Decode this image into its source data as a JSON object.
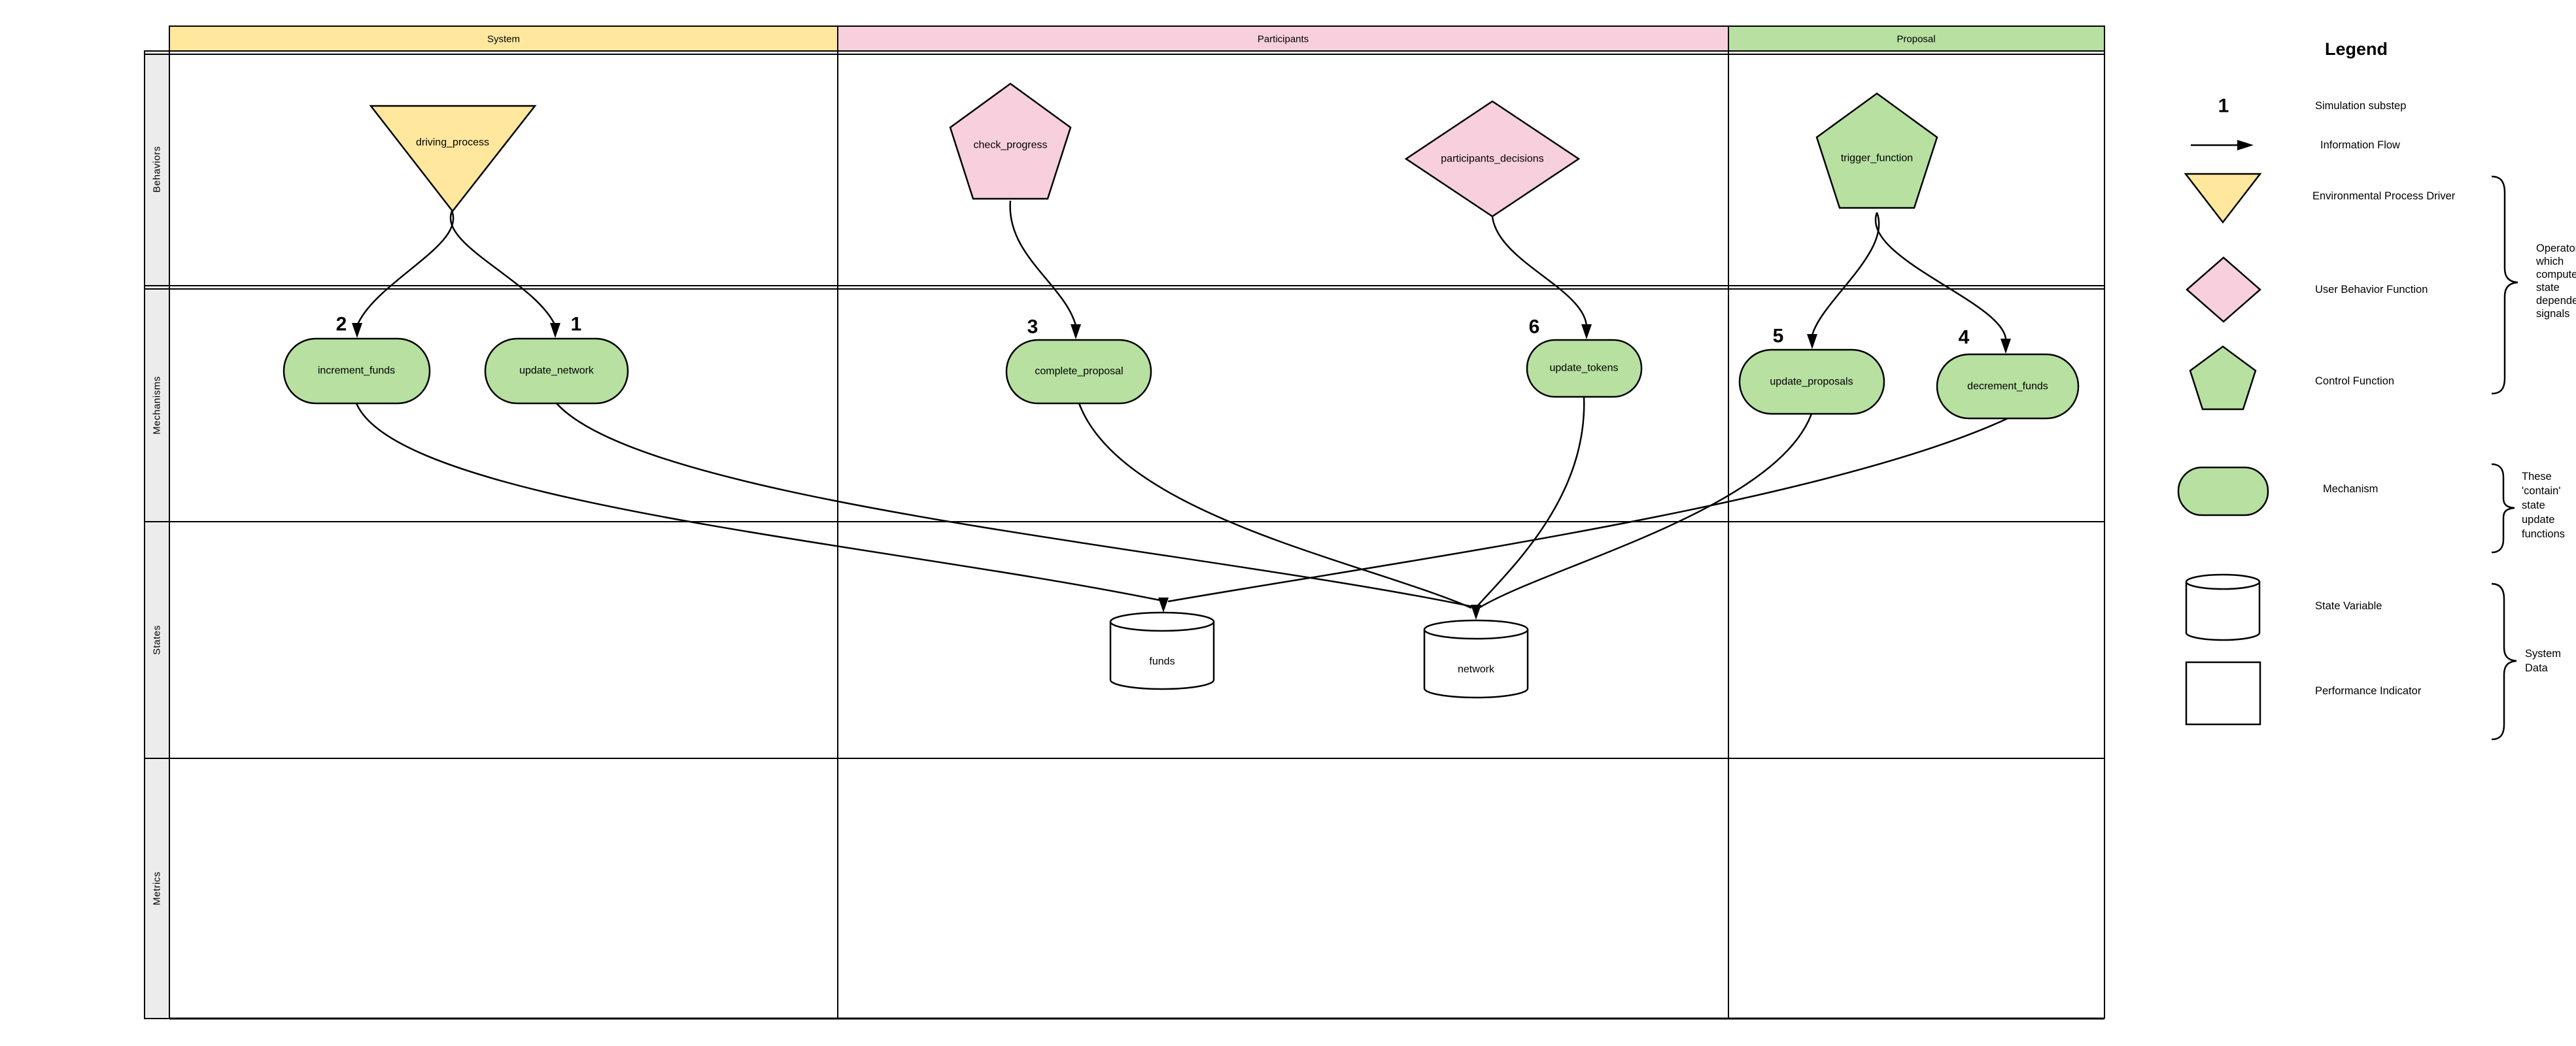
{
  "lanes": {
    "columns": [
      {
        "label": "System",
        "color": "#ffe89e"
      },
      {
        "label": "Participants",
        "color": "#f8cfdd"
      },
      {
        "label": "Proposal",
        "color": "#b7e0a1"
      }
    ],
    "rows": [
      {
        "label": "Behaviors"
      },
      {
        "label": "Mechanisms"
      },
      {
        "label": "States"
      },
      {
        "label": "Metrics"
      }
    ]
  },
  "nodes": {
    "behaviors": [
      {
        "label": "driving_process",
        "shape": "inverted-triangle",
        "type": "Environmental Process Driver",
        "color": "#ffe89e"
      },
      {
        "label": "check_progress",
        "shape": "pentagon",
        "type": "User Behavior Function",
        "color": "#f8cfdd"
      },
      {
        "label": "participants_decisions",
        "shape": "diamond",
        "type": "User Behavior Function",
        "color": "#f8cfdd"
      },
      {
        "label": "trigger_function",
        "shape": "pentagon",
        "type": "Control Function",
        "color": "#b7e0a1"
      }
    ],
    "mechanisms": [
      {
        "label": "increment_funds",
        "substep": "2"
      },
      {
        "label": "update_network",
        "substep": "1"
      },
      {
        "label": "complete_proposal",
        "substep": "3"
      },
      {
        "label": "update_tokens",
        "substep": "6"
      },
      {
        "label": "update_proposals",
        "substep": "5"
      },
      {
        "label": "decrement_funds",
        "substep": "4"
      }
    ],
    "states": [
      {
        "label": "funds",
        "shape": "cylinder"
      },
      {
        "label": "network",
        "shape": "cylinder"
      }
    ]
  },
  "edges": [
    {
      "from": "driving_process",
      "to": "increment_funds"
    },
    {
      "from": "driving_process",
      "to": "update_network"
    },
    {
      "from": "check_progress",
      "to": "complete_proposal"
    },
    {
      "from": "participants_decisions",
      "to": "update_tokens"
    },
    {
      "from": "trigger_function",
      "to": "update_proposals"
    },
    {
      "from": "trigger_function",
      "to": "decrement_funds"
    },
    {
      "from": "increment_funds",
      "to": "funds"
    },
    {
      "from": "decrement_funds",
      "to": "funds"
    },
    {
      "from": "update_network",
      "to": "network"
    },
    {
      "from": "complete_proposal",
      "to": "network"
    },
    {
      "from": "update_tokens",
      "to": "network"
    },
    {
      "from": "update_proposals",
      "to": "network"
    }
  ],
  "legend": {
    "title": "Legend",
    "items": [
      {
        "symbol": "number",
        "sample": "1",
        "label": "Simulation substep"
      },
      {
        "symbol": "arrow",
        "label": "Information Flow"
      },
      {
        "symbol": "triangle-down",
        "label": "Environmental Process Driver"
      },
      {
        "symbol": "diamond",
        "label": "User Behavior Function"
      },
      {
        "symbol": "pentagon",
        "label": "Control Function"
      },
      {
        "symbol": "stadium",
        "label": "Mechanism"
      },
      {
        "symbol": "cylinder",
        "label": "State Variable"
      },
      {
        "symbol": "square",
        "label": "Performance Indicator"
      }
    ],
    "annotations": [
      {
        "name": "operators",
        "lines": [
          "Operators",
          "which",
          "compute",
          "state",
          "dependent",
          "signals"
        ]
      },
      {
        "name": "mechanism-note",
        "lines": [
          "These",
          "'contain'",
          "state",
          "update",
          "functions"
        ]
      },
      {
        "name": "system-data",
        "lines": [
          "System",
          "Data"
        ]
      }
    ]
  },
  "colors": {
    "yellow": "#ffe89e",
    "pink": "#f8cfdd",
    "green": "#b7e0a1",
    "sidebar_gray": "#ececec",
    "line": "#000000",
    "background": "#ffffff"
  }
}
